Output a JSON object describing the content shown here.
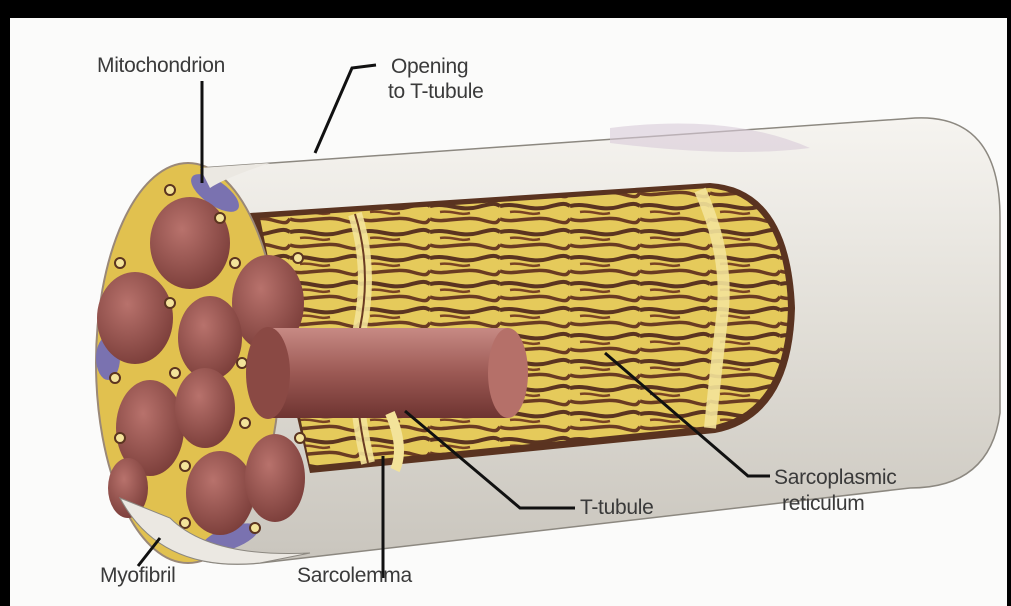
{
  "diagram": {
    "labels": {
      "mitochondrion": "Mitochondrion",
      "opening_t_tubule_line1": "Opening",
      "opening_t_tubule_line2": "to T-tubule",
      "sarcoplasmic_line1": "Sarcoplasmic",
      "sarcoplasmic_line2": "reticulum",
      "t_tubule": "T-tubule",
      "myofibril": "Myofibril",
      "sarcolemma": "Sarcolemma"
    },
    "colors": {
      "background": "#000000",
      "panel": "#fbfbfa",
      "sarcolemma": "#e8e5df",
      "myofibril": "#9b5a55",
      "reticulum": "#ecd56a",
      "reticulum_dark": "#5a3320",
      "mitochondrion": "#7a72b0",
      "leader_line": "#111111"
    }
  }
}
